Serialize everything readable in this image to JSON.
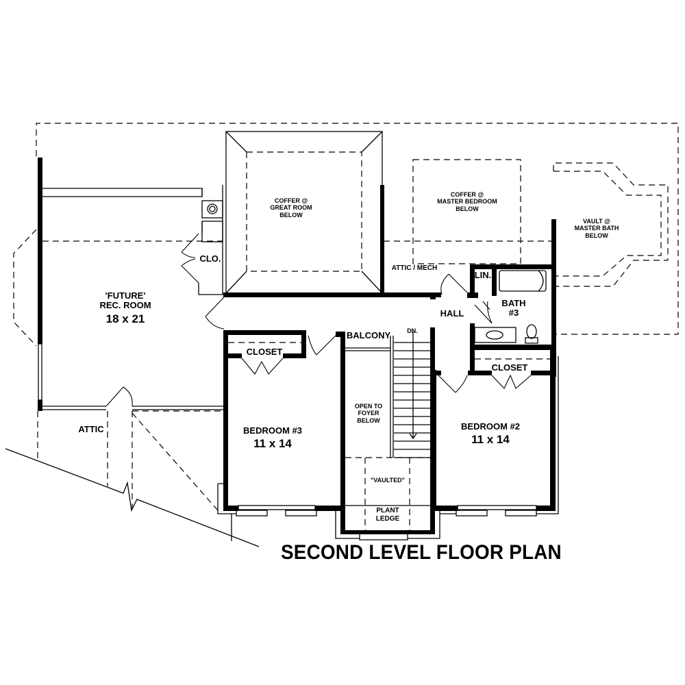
{
  "title": "SECOND LEVEL FLOOR PLAN",
  "rooms": {
    "rec_room": {
      "name": "'FUTURE'\nREC. ROOM",
      "size": "18 x 21"
    },
    "bedroom3": {
      "name": "BEDROOM #3",
      "size": "11 x 14"
    },
    "bedroom2": {
      "name": "BEDROOM #2",
      "size": "11 x 14"
    },
    "bath3": {
      "name": "BATH\n#3"
    },
    "hall": {
      "name": "HALL"
    },
    "balcony": {
      "name": "BALCONY"
    },
    "closet_bed3": {
      "name": "CLOSET"
    },
    "closet_bed2": {
      "name": "CLOSET"
    },
    "clo": {
      "name": "CLO."
    },
    "linen": {
      "name": "LIN."
    },
    "attic": {
      "name": "ATTIC"
    },
    "attic_mech": {
      "name": "ATTIC / MECH"
    }
  },
  "notes": {
    "coffer_great_room": "COFFER @\nGREAT ROOM\nBELOW",
    "coffer_master_bedroom": "COFFER @\nMASTER BEDROOM\nBELOW",
    "vault_master_bath": "VAULT @\nMASTER BATH\nBELOW",
    "open_to_foyer": "OPEN TO\nFOYER\nBELOW",
    "vaulted": "\"VAULTED\"",
    "plant_ledge": "PLANT\nLEDGE",
    "stair_down": "DN."
  }
}
